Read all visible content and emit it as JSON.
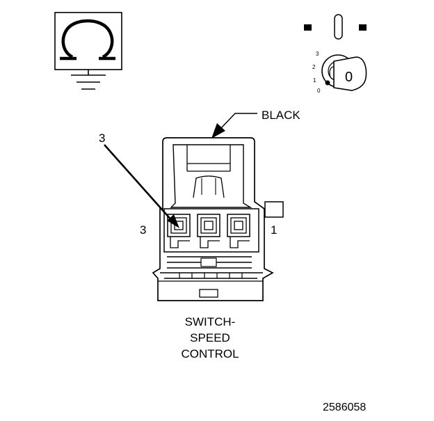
{
  "ohmmeter": {
    "symbol": "Ω",
    "icon": "ohm-symbol-icon",
    "ground_icon": "ground-icon"
  },
  "ignition_key": {
    "icon": "ignition-key-icon",
    "position_labels": [
      "3",
      "2",
      "1",
      "0"
    ],
    "key_label": "0"
  },
  "connector": {
    "color_label": "BLACK",
    "pointer_label": "3",
    "left_pin_label": "3",
    "right_pin_label": "1",
    "name_lines": [
      "SWITCH-",
      "SPEED",
      "CONTROL"
    ]
  },
  "figure_id": "2586058"
}
